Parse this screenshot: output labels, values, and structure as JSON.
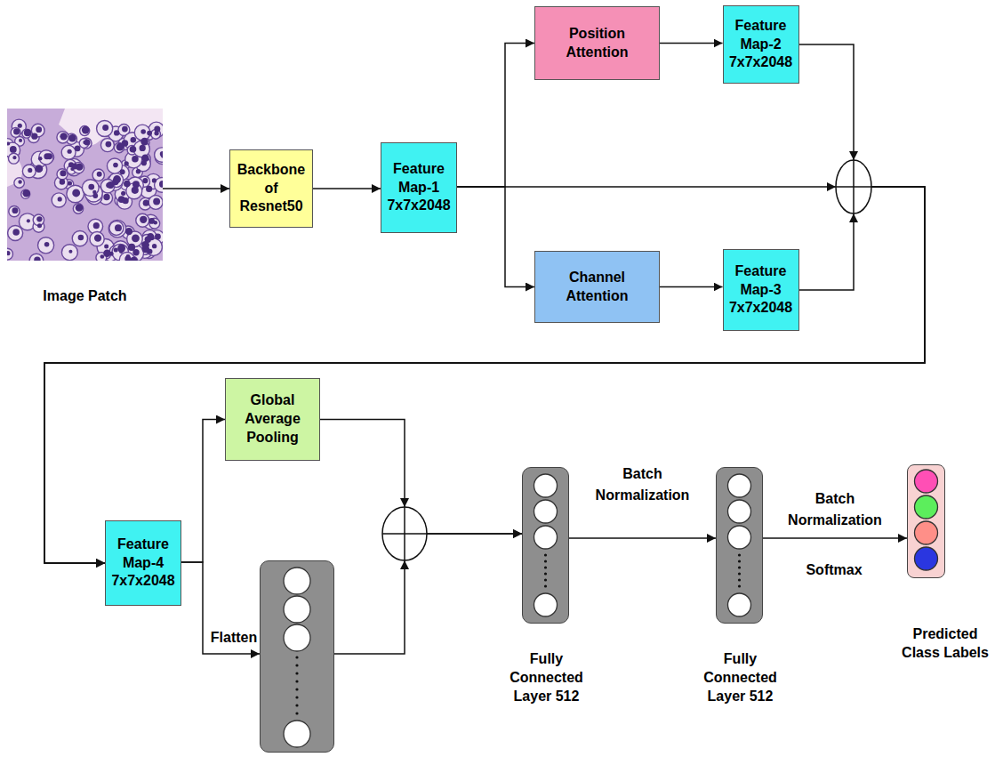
{
  "diagram": {
    "nodes": [
      {
        "text": [
          "Image Patch"
        ]
      },
      {
        "text": [
          "Backbone of Resnet50"
        ]
      },
      {
        "text": [
          "Feature Map-1 7x7x2048"
        ]
      },
      {
        "text": [
          "Position Attention"
        ]
      },
      {
        "text": [
          "Feature Map-2 7x7x2048"
        ]
      },
      {
        "text": [
          "Channel Attention"
        ]
      },
      {
        "text": [
          "Feature Map-3 7x7x2048"
        ]
      },
      {
        "text": [
          "Feature Map-4 7x7x2048"
        ]
      },
      {
        "text": [
          "Global Average Pooling"
        ]
      },
      {
        "text": [
          "Flatten"
        ]
      },
      {
        "text": [
          "Fully Connected Layer 512"
        ]
      },
      {
        "text": [
          "Fully Connected Layer 512"
        ]
      },
      {
        "text": [
          "Predicted Class Labels"
        ]
      }
    ],
    "edges": [
      {
        "from": 0,
        "to": 1,
        "arrow": "to"
      },
      {
        "from": 1,
        "to": 2,
        "arrow": "to"
      },
      {
        "from": 2,
        "to": 3,
        "arrow": "to"
      },
      {
        "from": 2,
        "to": 5,
        "arrow": "to"
      },
      {
        "from": 3,
        "to": 4,
        "arrow": "to"
      },
      {
        "from": 5,
        "to": 6,
        "arrow": "to"
      },
      {
        "from": 2,
        "to": 7,
        "arrow": "to"
      },
      {
        "from": 4,
        "to": 7,
        "arrow": "to"
      },
      {
        "from": 6,
        "to": 7,
        "arrow": "to"
      },
      {
        "from": 7,
        "to": 8,
        "arrow": "to"
      },
      {
        "from": 7,
        "to": 9,
        "arrow": "to"
      },
      {
        "from": 8,
        "to": 10,
        "arrow": "to"
      },
      {
        "from": 9,
        "to": 10,
        "arrow": "to"
      },
      {
        "from": 10,
        "to": 11,
        "arrow": "to",
        "label": "Batch Normalization"
      },
      {
        "from": 11,
        "to": 12,
        "arrow": "to",
        "label": "Batch Normalization"
      }
    ],
    "labels": [
      "Softmax"
    ]
  }
}
